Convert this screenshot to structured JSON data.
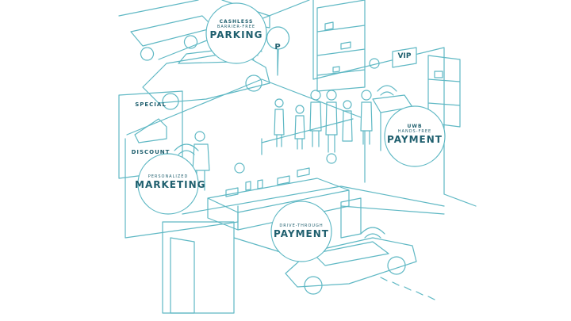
{
  "colors": {
    "line": "#5fb8c4",
    "dark": "#1f5f6e",
    "fill": "#ffffff",
    "accent": "#2aa6b5"
  },
  "badges": {
    "parking": {
      "top": "CASHLESS",
      "mid": "BARRIER-FREE",
      "main": "PARKING"
    },
    "uwb": {
      "top": "UWB",
      "mid": "HANDS-FREE",
      "main": "PAYMENT"
    },
    "marketing": {
      "top": "PERSONALIZED",
      "main": "MARKETING"
    },
    "drive": {
      "top": "DRIVE-THROUGH",
      "main": "PAYMENT"
    }
  },
  "signs": {
    "vip": "VIP",
    "parking_pin": "P",
    "billboard_top": "SPECIAL",
    "billboard_bottom": "DISCOUNT"
  }
}
